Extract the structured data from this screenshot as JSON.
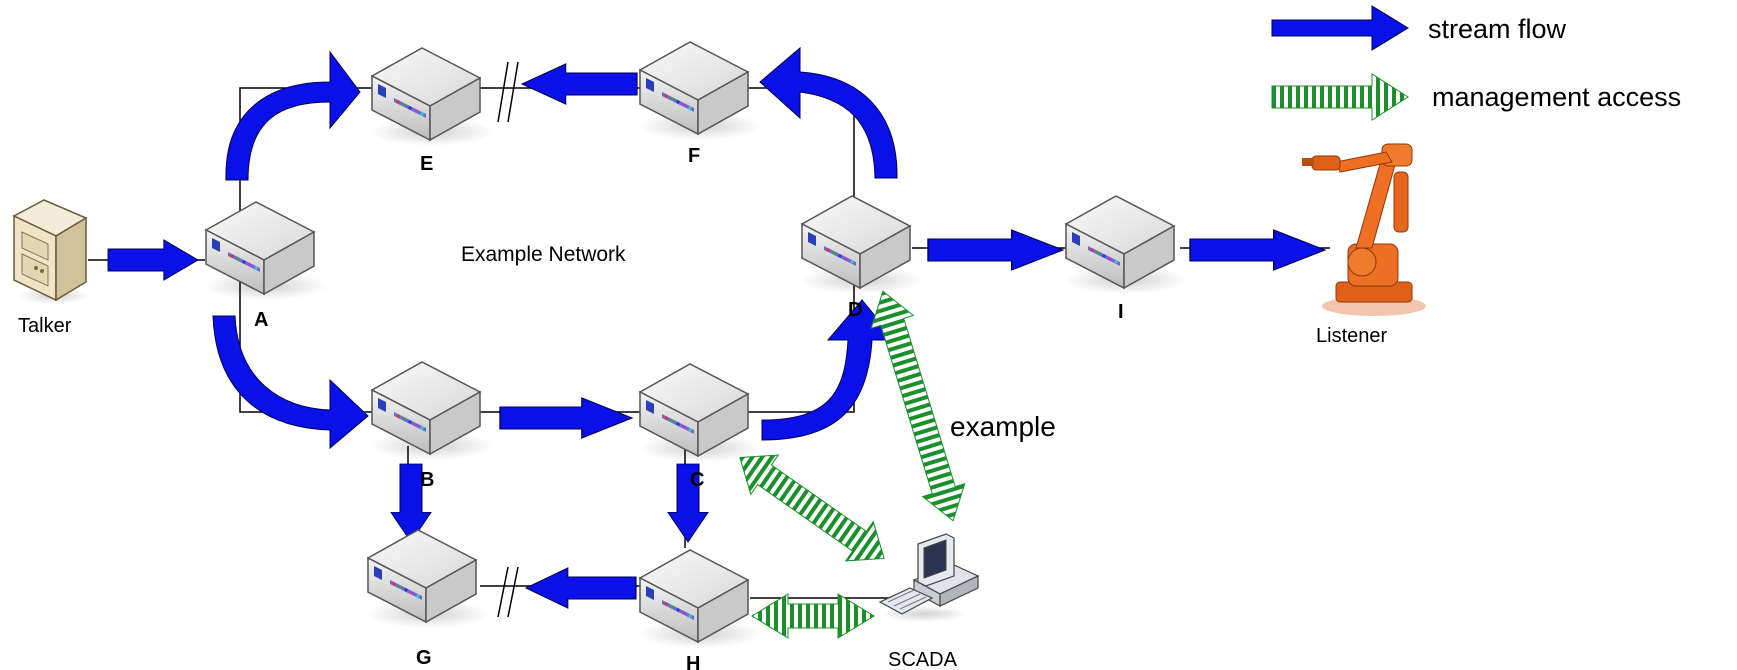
{
  "legend": {
    "stream_flow": "stream flow",
    "management_access": "management access"
  },
  "diagram": {
    "title": "Example Network",
    "annotation": "example",
    "talker": "Talker",
    "listener": "Listener",
    "scada": "SCADA",
    "nodes": {
      "A": "A",
      "B": "B",
      "C": "C",
      "D": "D",
      "E": "E",
      "F": "F",
      "G": "G",
      "H": "H",
      "I": "I"
    }
  },
  "colors": {
    "stream_arrow": "#0a10e8",
    "management_green": "#1a8f2a",
    "link_line": "#000000",
    "robot": "#e8621a"
  },
  "icons": {
    "switch": "network-switch-icon",
    "talker": "server-tower-icon",
    "listener": "industrial-robot-icon",
    "scada": "desktop-computer-icon"
  }
}
